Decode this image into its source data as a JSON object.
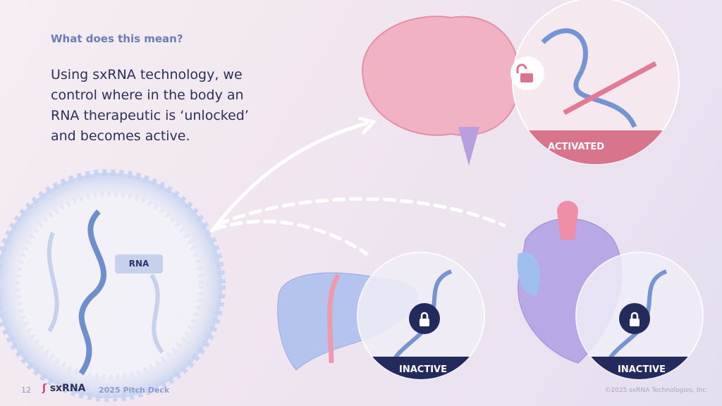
{
  "heading": "What does this mean?",
  "body": "Using sxRNA technology, we control where in the body an RNA therapeutic is ‘unlocked’ and  becomes active.",
  "rna_label": "RNA",
  "targets": [
    {
      "organ": "brain",
      "status": "ACTIVATED",
      "lock": "unlocked-icon",
      "color": "#d9748d"
    },
    {
      "organ": "liver",
      "status": "INACTIVE",
      "lock": "lock-icon",
      "color": "#232a5c"
    },
    {
      "organ": "heart",
      "status": "INACTIVE",
      "lock": "lock-icon",
      "color": "#232a5c"
    }
  ],
  "footer": {
    "page": "12",
    "logo": "sxRNA",
    "deck": "2025 Pitch Deck",
    "copyright": "©2025 sxRNA Technologies, Inc."
  }
}
